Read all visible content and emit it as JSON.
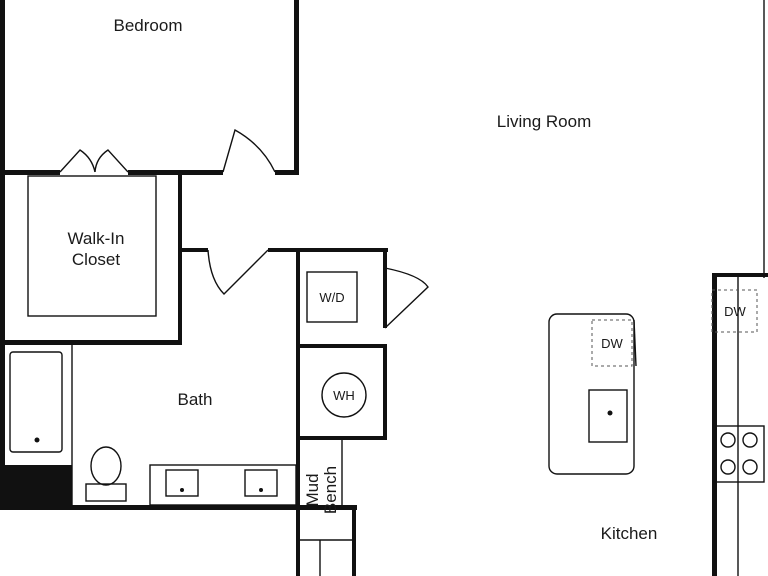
{
  "rooms": {
    "bedroom": "Bedroom",
    "living_room": "Living Room",
    "walk_in_closet_line1": "Walk-In",
    "walk_in_closet_line2": "Closet",
    "bath": "Bath",
    "kitchen": "Kitchen"
  },
  "fixtures": {
    "washer_dryer": "W/D",
    "water_heater": "WH",
    "island_dishwasher": "DW",
    "wall_dishwasher": "DW",
    "mud_bench_line1": "Mud",
    "mud_bench_line2": "Bench"
  },
  "colors": {
    "wall": "#111111",
    "background": "#ffffff"
  }
}
